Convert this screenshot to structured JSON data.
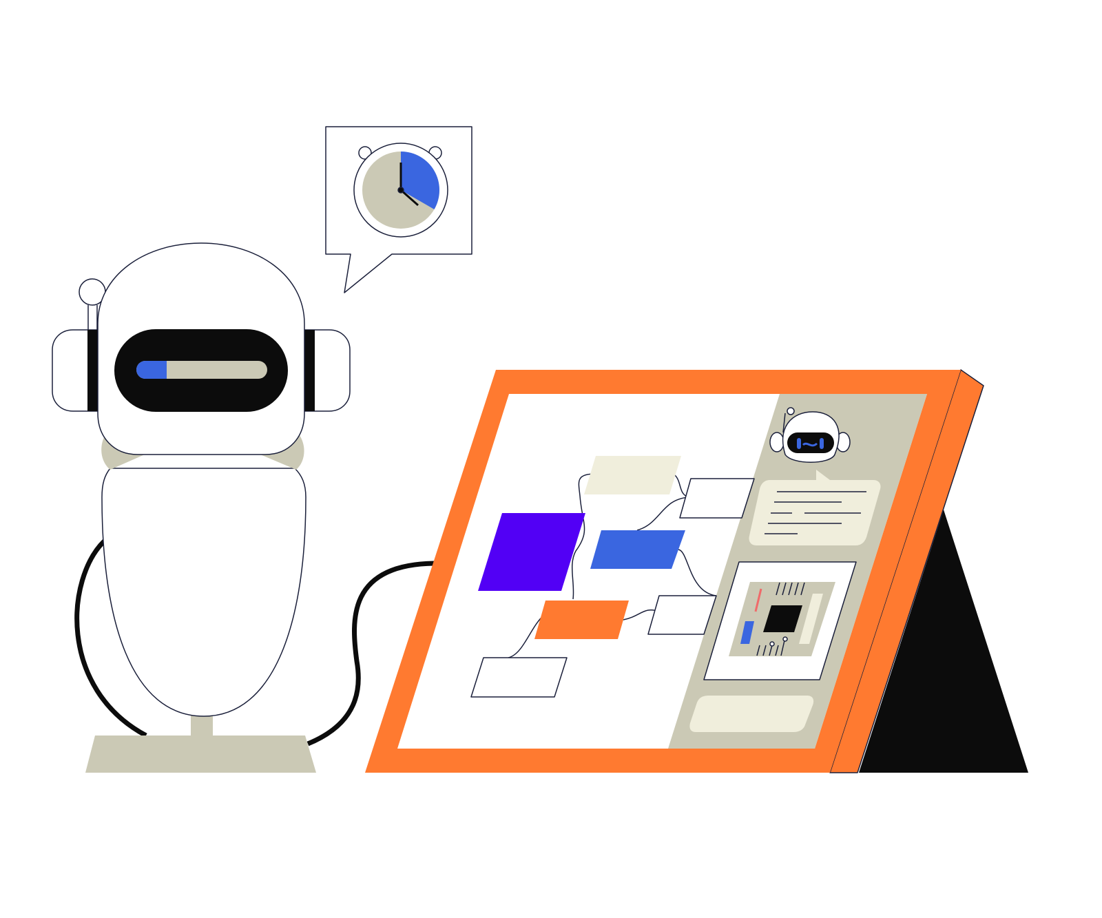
{
  "illustration": {
    "subject": "robot-connected-to-tablet-workflow",
    "colors": {
      "background": "#ffffff",
      "outline": "#1a1f3a",
      "beige": "#cbc9b5",
      "cream": "#f0eedc",
      "orange": "#ff7a30",
      "blue": "#3a66e0",
      "purple": "#5200f5",
      "black": "#0c0c0c",
      "red": "#f06a6a"
    },
    "icons": [
      "robot-icon",
      "clock-icon",
      "speech-bubble-icon",
      "tablet-icon",
      "mini-robot-icon",
      "chip-icon"
    ],
    "clock_progress": 0.33,
    "visor_progress": 0.23
  }
}
